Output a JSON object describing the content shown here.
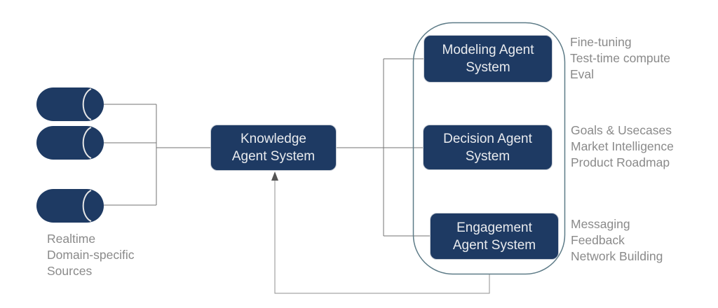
{
  "colors": {
    "navy": "#1e3a63",
    "box_text": "#e9ebee",
    "box_border": "#c6ccd4",
    "line": "#737373",
    "feedback_line": "#8f8f8f",
    "arrow": "#545454",
    "container_stroke": "#5d7b87",
    "cylinder_cap": "#e6e6e6",
    "annotation_text": "#8a8a8a",
    "background": "#ffffff"
  },
  "nodes": {
    "knowledge": {
      "label": "Knowledge\nAgent System"
    },
    "modeling": {
      "label": "Modeling Agent\nSystem"
    },
    "decision": {
      "label": "Decision Agent\nSystem"
    },
    "engagement": {
      "label": "Engagement\nAgent System"
    }
  },
  "sources_label": {
    "lines": [
      "Realtime",
      "Domain-specific",
      "Sources"
    ]
  },
  "annotations": [
    {
      "lines": [
        "Fine-tuning",
        "Test-time compute",
        "Eval"
      ]
    },
    {
      "lines": [
        "Goals & Usecases",
        "Market Intelligence",
        "Product Roadmap"
      ]
    },
    {
      "lines": [
        "Messaging",
        "Feedback",
        "Network Building"
      ]
    }
  ]
}
